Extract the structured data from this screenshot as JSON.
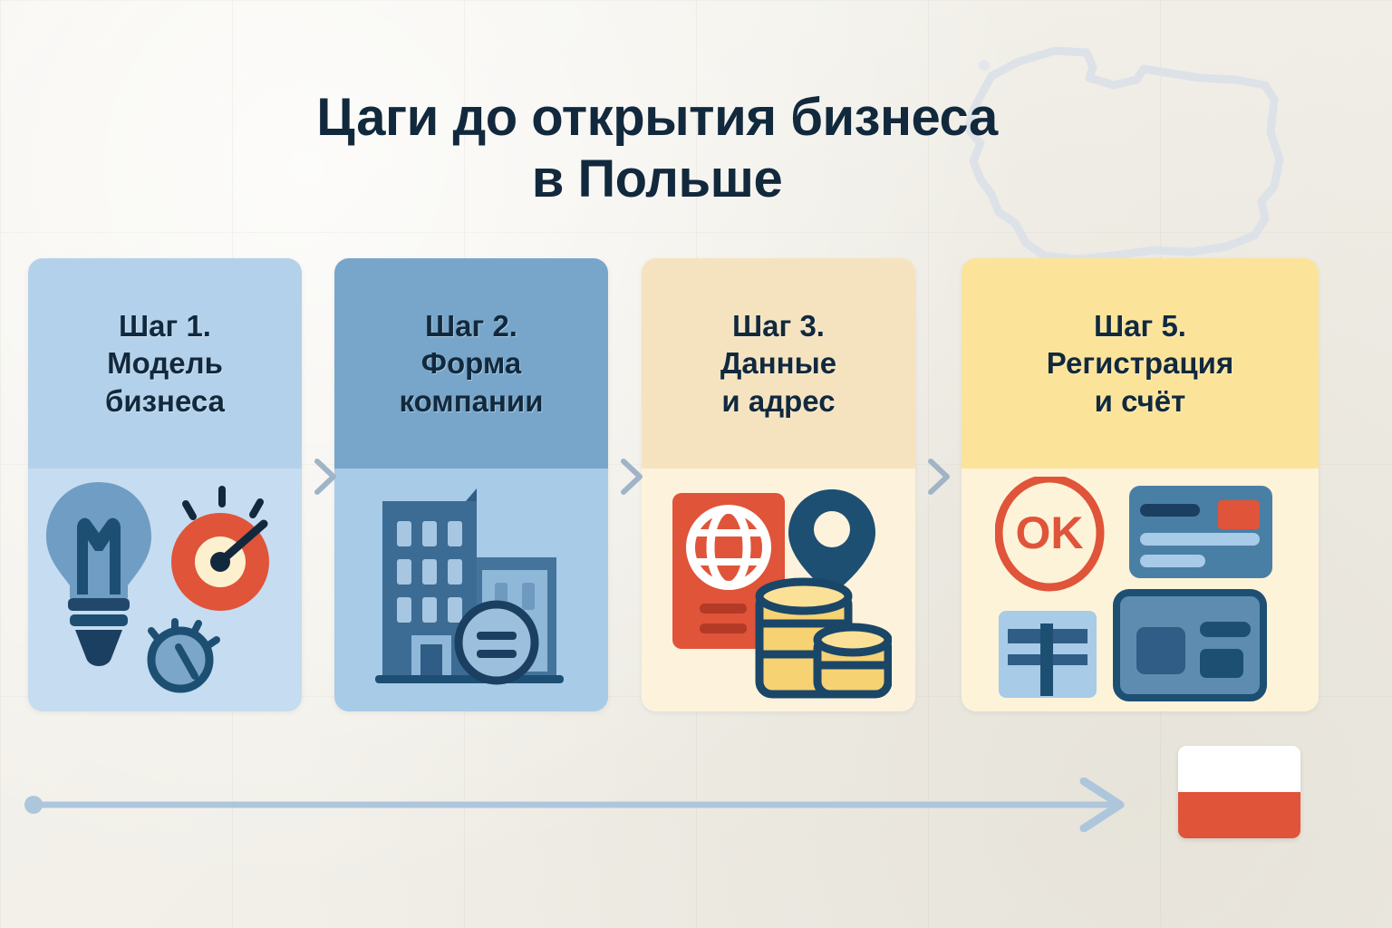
{
  "background": {
    "color": "#f4f2ec",
    "map_outline_name": "poland-map-outline",
    "map_outline_color": "#dfe3e8"
  },
  "title": {
    "line1": "Цаги до открытия бизнеса",
    "line2": "в Польше",
    "color": "#12293d"
  },
  "cards": [
    {
      "id": "step-1",
      "title": "Шаг 1.\nМодель\nбизнеса",
      "step_label": "Шаг 1.",
      "body_text": "Модель бизнеса",
      "header_color": "#b3d1ea",
      "body_color": "#c6dcf0",
      "icons": [
        "lightbulb-icon",
        "target-gauge-icon",
        "clock-gear-icon"
      ]
    },
    {
      "id": "step-2",
      "title": "Шаг 2.\nФорма\nкомпании",
      "step_label": "Шаг 2.",
      "body_text": "Форма компании",
      "header_color": "#78a6ca",
      "body_color": "#a8cbe8",
      "icons": [
        "office-building-icon",
        "document-badge-icon"
      ]
    },
    {
      "id": "step-3",
      "title": "Шаг 3.\nДанные\nи адрес",
      "step_label": "Шаг 3.",
      "body_text": "Данные и адрес",
      "header_color": "#f5e3bf",
      "body_color": "#fdf3dc",
      "icons": [
        "passport-globe-icon",
        "map-pin-icon",
        "coin-stack-icon"
      ]
    },
    {
      "id": "step-5",
      "title": "Шаг 5.\nРегистрация\nи счёт",
      "step_label": "Шаг 5.",
      "body_text": "Регистрация и счёт",
      "header_color": "#fbe49a",
      "body_color": "#fdf3d9",
      "icons": [
        "ok-stamp-icon",
        "bank-card-icon",
        "bank-building-icon",
        "id-card-icon"
      ]
    }
  ],
  "connectors": {
    "name": "chevron-right-icon",
    "color": "#9fb4c6",
    "count": 3
  },
  "timeline": {
    "name": "progress-arrow",
    "color": "#aec6dc",
    "start_dot": true,
    "arrow_head": "chevron-right"
  },
  "flag": {
    "name": "poland-flag",
    "top_color": "#ffffff",
    "bottom_color": "#e0543a"
  },
  "palette": {
    "ink": "#12293d",
    "blue_dark": "#1d4f73",
    "blue_mid": "#4a7fa5",
    "blue_light": "#a8cbe8",
    "red": "#e0543a",
    "yellow": "#f7d272",
    "cream": "#fdf3dc"
  }
}
